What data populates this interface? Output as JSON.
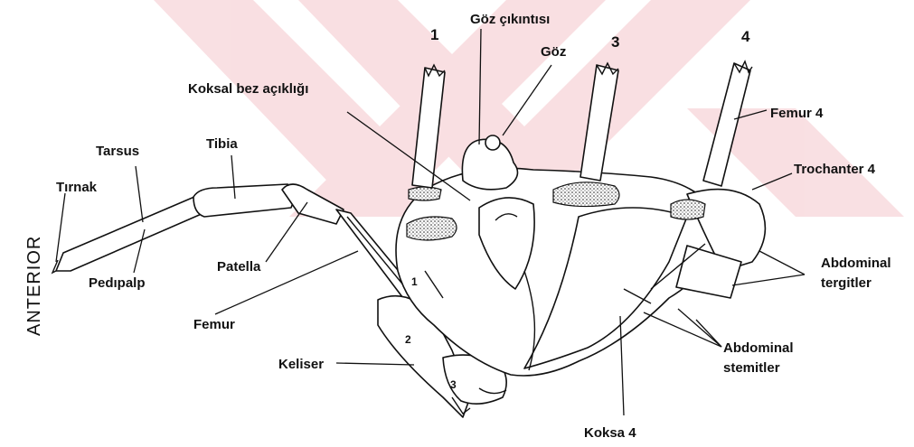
{
  "side_label": "ANTERIOR",
  "leg_numbers": [
    "1",
    "3",
    "4"
  ],
  "labels": {
    "goz_cikintisi": "Göz çıkıntısı",
    "goz": "Göz",
    "koksal_bez": "Koksal bez açıklığı",
    "femur4": "Femur 4",
    "trochanter4": "Trochanter 4",
    "tarsus": "Tarsus",
    "tibia": "Tibia",
    "tirnak": "Tırnak",
    "patella": "Patella",
    "pedipalp": "Pedıpalp",
    "femur": "Femur",
    "abd_tergitler_1": "Abdominal",
    "abd_tergitler_2": "tergitler",
    "abd_sternitler_1": "Abdominal",
    "abd_sternitler_2": "stemitler",
    "keliser": "Keliser",
    "koksa4": "Koksa 4"
  },
  "segment_marks": [
    "1",
    "2",
    "3"
  ]
}
